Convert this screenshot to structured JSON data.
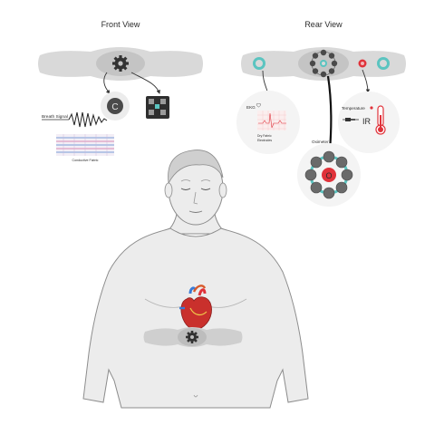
{
  "views": {
    "front": {
      "title": "Front View",
      "breath_label": "Breath Signal",
      "fabric_label": "Conductive Fabric"
    },
    "rear": {
      "title": "Rear View",
      "ekg_label": "EKG",
      "electrode_label_1": "Dry Fabric",
      "electrode_label_2": "Electrodes",
      "oximeter_label": "Oximeter",
      "oximeter_symbol": "O",
      "temperature_label": "Temperature",
      "ir_label": "IR"
    }
  },
  "icons": {
    "gear": "gear-icon",
    "battery": "battery-icon",
    "circuit": "circuit-board-icon",
    "heart": "heart-icon",
    "thermometer": "thermometer-icon",
    "ir_sensor": "ir-sensor-icon"
  },
  "colors": {
    "band": "#d9d9d9",
    "band_center": "#c4c4c4",
    "teal": "#5bc4c0",
    "red": "#e0323a",
    "skin": "#ececec",
    "outline": "#8c8c8c"
  }
}
